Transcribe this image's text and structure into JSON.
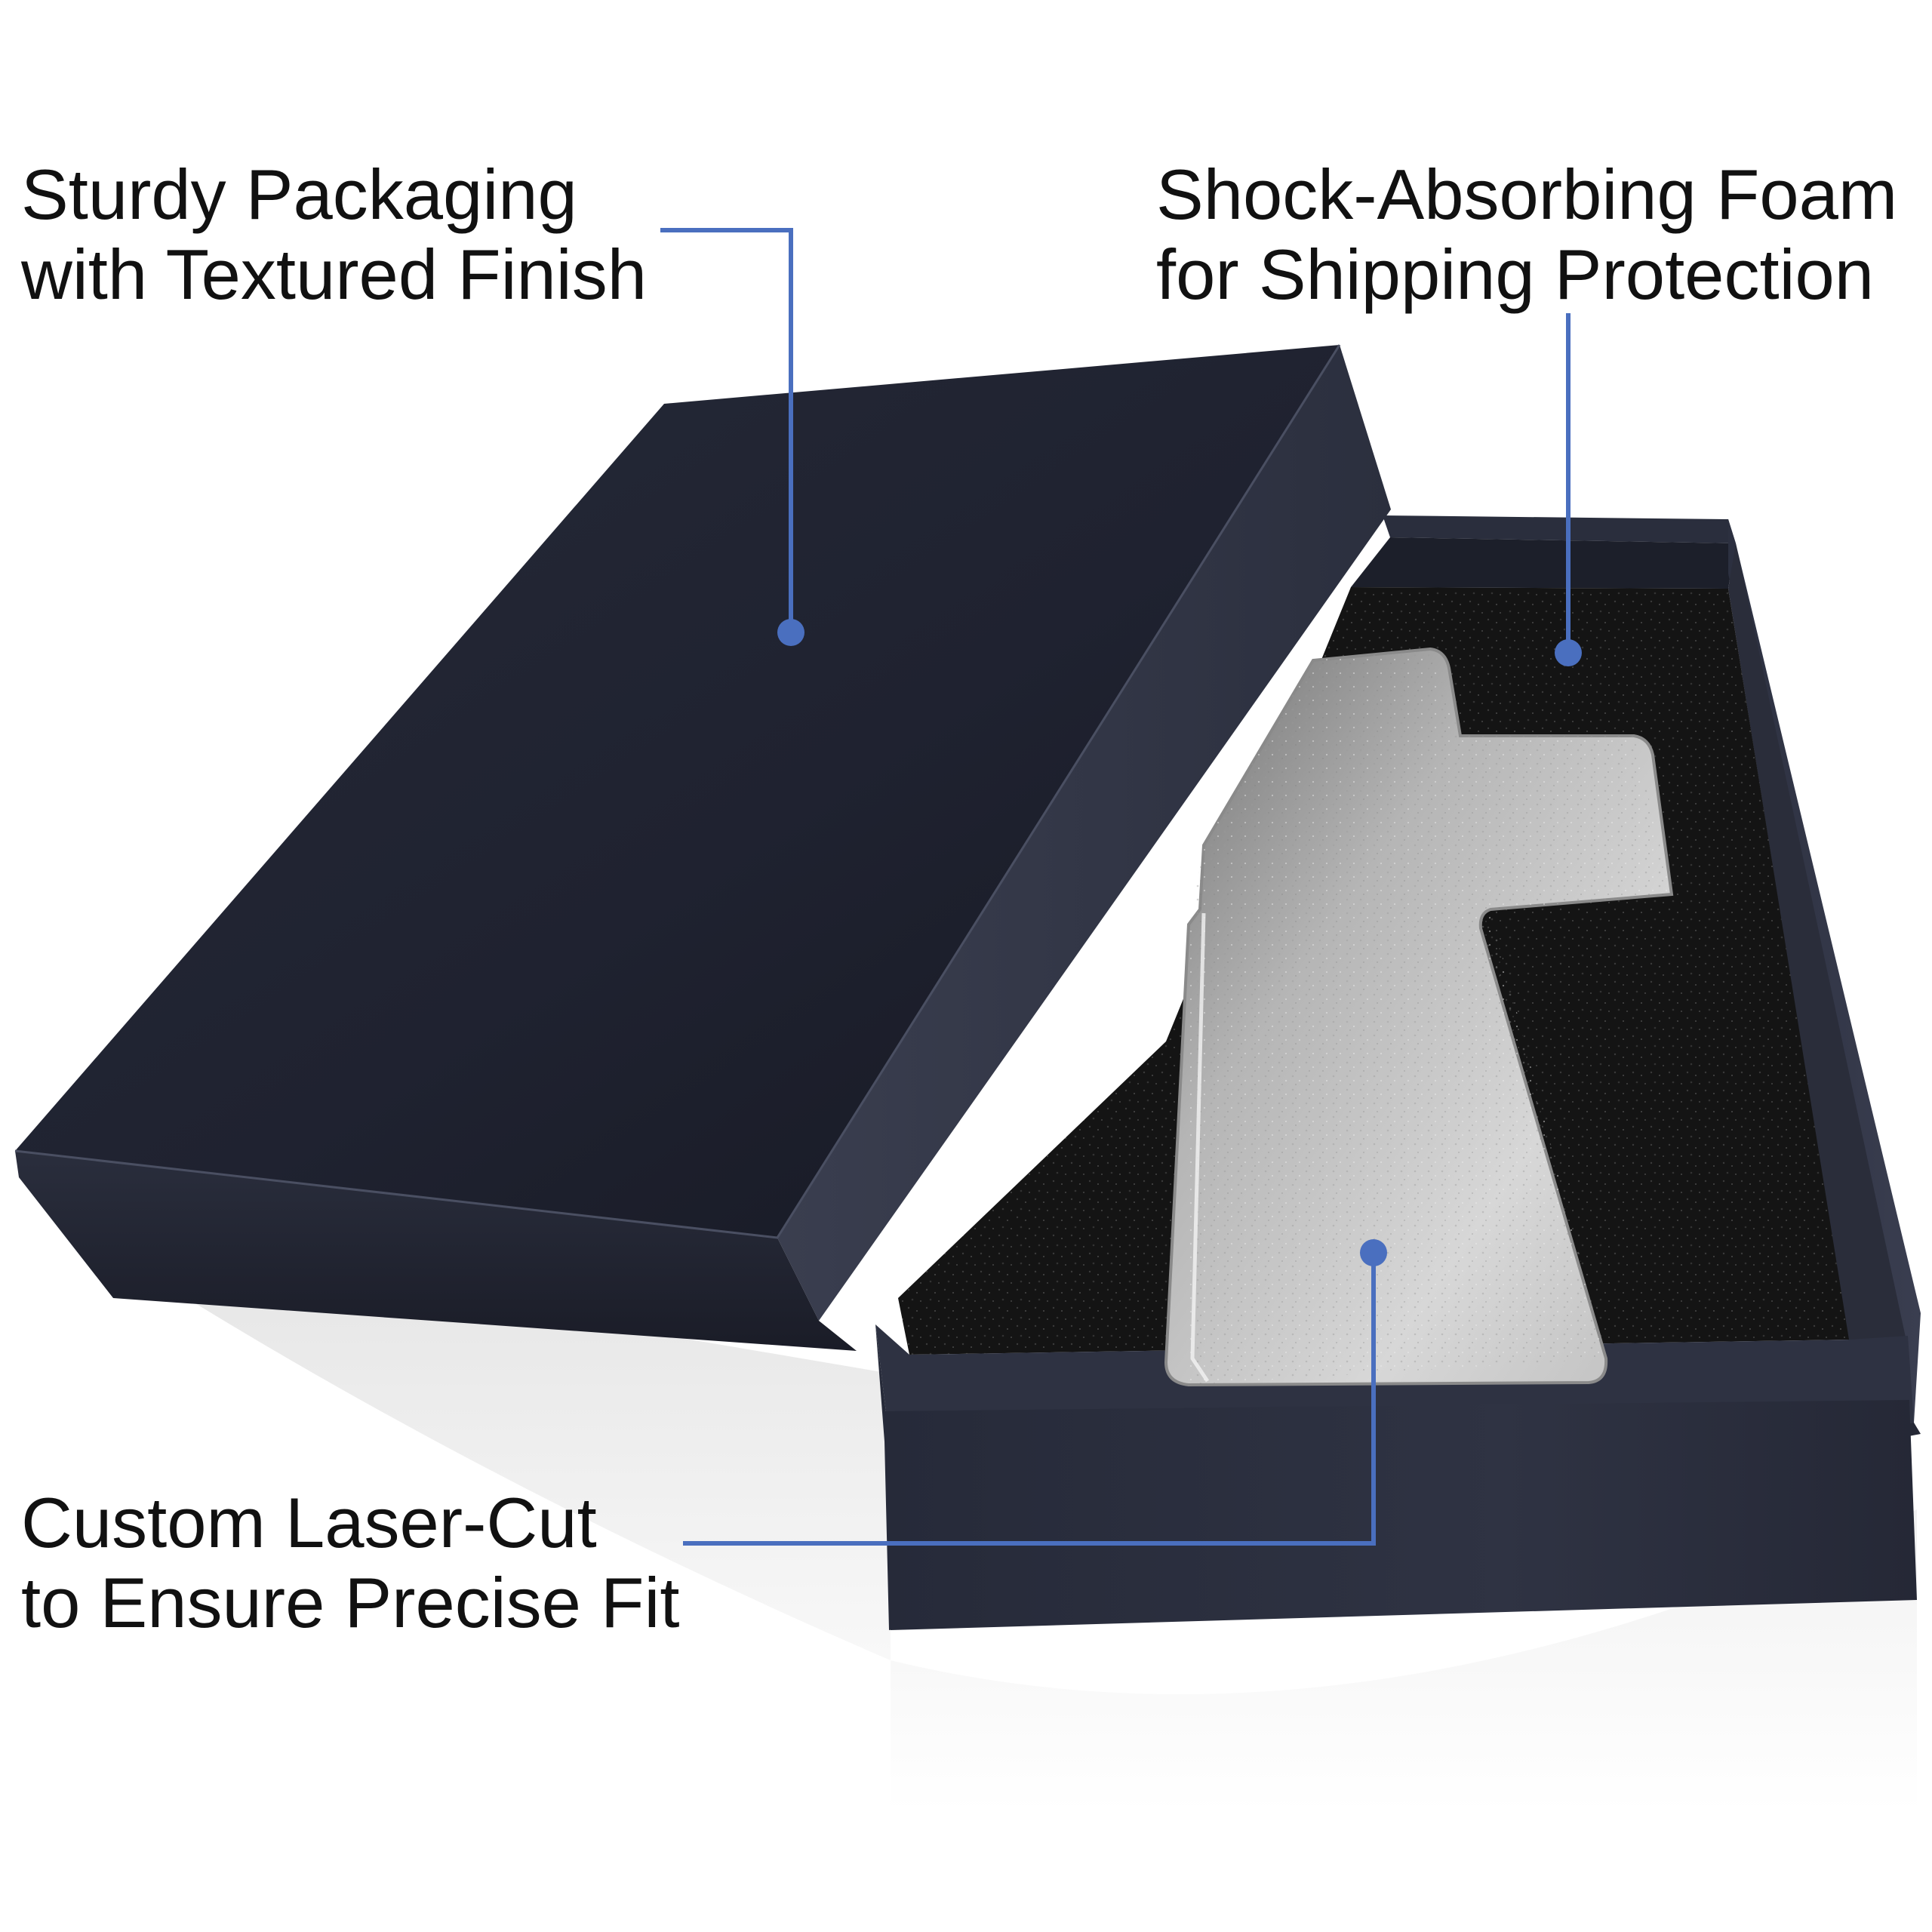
{
  "callouts": {
    "packaging": {
      "line1": "Sturdy Packaging",
      "line2": "with Textured Finish"
    },
    "foam": {
      "line1": "Shock-Absorbing Foam",
      "line2": "for Shipping Protection"
    },
    "lasercut": {
      "line1": "Custom Laser-Cut",
      "line2": "to Ensure Precise Fit"
    }
  },
  "colors": {
    "callout_accent": "#4a6fbf",
    "box": "#1c1f2b",
    "foam": "#141414",
    "acrylic": "#d9d9d9"
  }
}
